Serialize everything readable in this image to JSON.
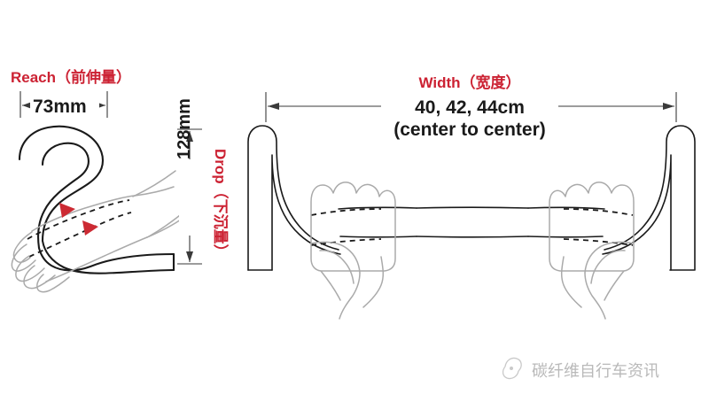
{
  "figure": {
    "title_reach": "Reach（前伸量）",
    "title_width": "Width（宽度）",
    "label_drop": "Drop（下沉量）"
  },
  "dimensions": {
    "reach_value": "73mm",
    "drop_value": "128mm",
    "width_value": "40, 42, 44cm",
    "width_note": "(center to center)"
  },
  "watermark": {
    "text": "碳纤维自行车资讯",
    "icon": "leaf-logo-icon"
  },
  "colors": {
    "accent_red": "#cc2233",
    "marker_red": "#cc2a33",
    "line_black": "#1a1a1a",
    "hand_gray": "#aaaaaa",
    "watermark_gray": "#b9b9b9",
    "background": "#ffffff"
  },
  "views": {
    "side_view_name": "drop-bar-side-view",
    "front_view_name": "drop-bar-front-view"
  }
}
